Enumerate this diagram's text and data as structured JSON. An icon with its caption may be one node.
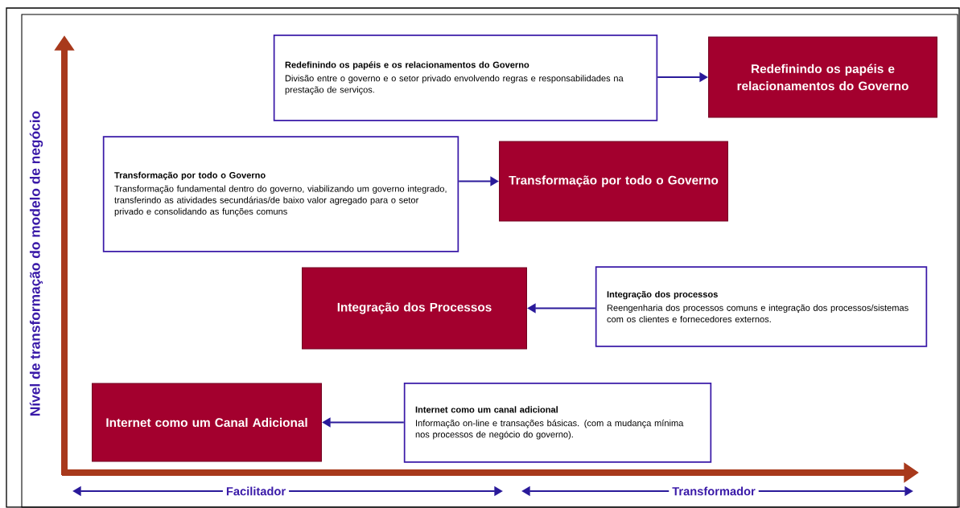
{
  "diagram": {
    "nodes": [
      {
        "text": [
          "Redefinindo os papéis e os relacionamentos do Governo",
          "Divisão entre o governo e o setor privado envolvendo regras e responsabilidades na prestação de serviços."
        ]
      },
      {
        "text": [
          "Redefinindo os papéis e relacionamentos do Governo"
        ]
      },
      {
        "text": [
          "Transformação por todo o Governo",
          "Transformação fundamental dentro do governo, viabilizando um governo integrado, transferindo as atividades secundárias/de baixo valor agregado para o setor privado e consolidando as funções comuns"
        ]
      },
      {
        "text": [
          "Transformação por todo o Governo"
        ]
      },
      {
        "text": [
          "Integração dos Processos"
        ]
      },
      {
        "text": [
          "Integração dos processos",
          "Reengenharia dos processos comuns e integração dos processos/sistemas com os clientes e fornecedores externos."
        ]
      },
      {
        "text": [
          "Internet como um Canal Adicional"
        ]
      },
      {
        "text": [
          "Internet como um canal adicional",
          "Informação on-line e transações básicas. (com a mudança mínima nos processos de negócio do governo)."
        ]
      }
    ],
    "edges": [
      {
        "from": 0,
        "to": 1,
        "arrow": "to"
      },
      {
        "from": 2,
        "to": 3,
        "arrow": "to"
      },
      {
        "from": 5,
        "to": 4,
        "arrow": "to"
      },
      {
        "from": 7,
        "to": 6,
        "arrow": "to"
      }
    ],
    "labels": [
      "Nível de transformação do modelo de negócio",
      "Facilitador",
      "Transformador"
    ]
  }
}
